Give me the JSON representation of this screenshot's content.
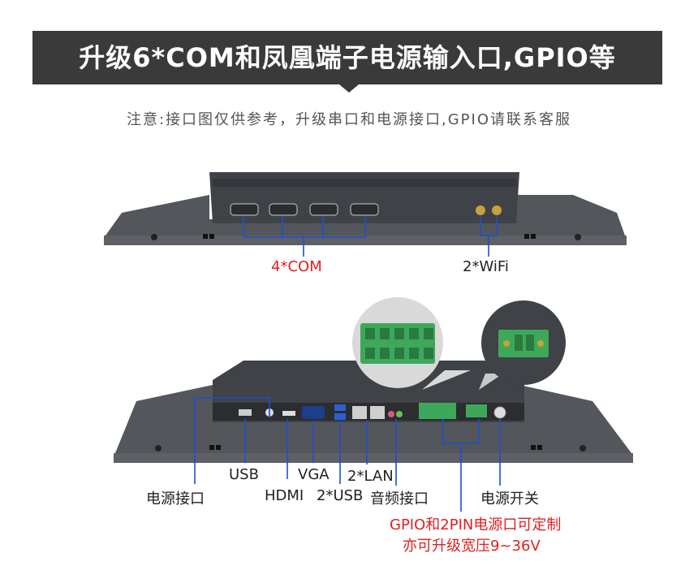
{
  "header": {
    "title": "升级6*COM和凤凰端子电源输入口,GPIO等"
  },
  "note": {
    "text": "注意:接口图仅供参考，升级串口和电源接口,GPIO请联系客服"
  },
  "top_panel": {
    "com_label": "4*COM",
    "wifi_label": "2*WiFi"
  },
  "bottom_panel": {
    "power_port": "电源接口",
    "usb": "USB",
    "hdmi": "HDMI",
    "vga": "VGA",
    "usb2": "2*USB",
    "lan": "2*LAN",
    "audio": "音频接口",
    "power_switch": "电源开关",
    "gpio_line1": "GPIO和2PIN电源口可定制",
    "gpio_line2": "亦可升级宽压9~36V"
  },
  "colors": {
    "accent_red": "#e02020",
    "callout_line": "#1e4fd0",
    "banner": "#3a3a3a",
    "device": "#4a4d52",
    "terminal_green": "#3ea85a"
  }
}
